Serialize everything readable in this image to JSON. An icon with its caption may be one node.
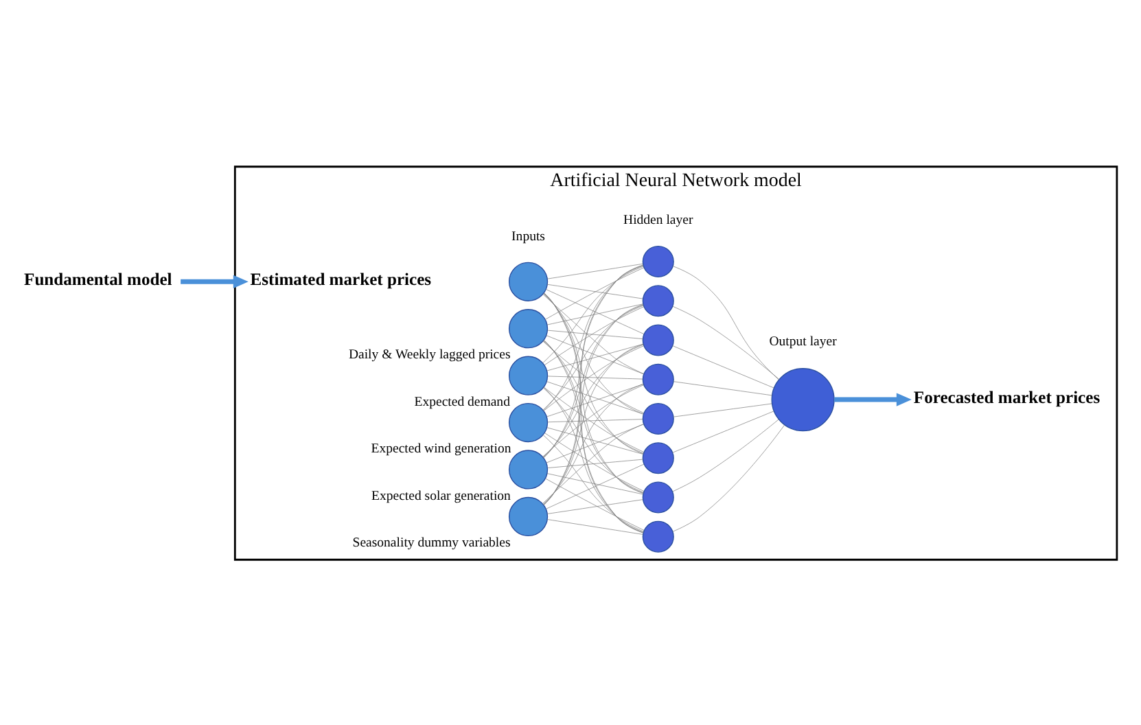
{
  "diagram": {
    "nodes": [
      {
        "text": [
          "Artificial Neural Network model"
        ]
      },
      {
        "text": [
          "Fundamental model"
        ]
      },
      {
        "text": [
          "Estimated market prices"
        ],
        "in": 0
      },
      {
        "text": [],
        "shape": "circle",
        "in": 0
      },
      {
        "text": [],
        "shape": "circle",
        "in": 0,
        "beside": [
          "Daily & Weekly lagged prices"
        ]
      },
      {
        "text": [],
        "shape": "circle",
        "in": 0,
        "beside": [
          "Expected demand"
        ]
      },
      {
        "text": [],
        "shape": "circle",
        "in": 0,
        "beside": [
          "Expected wind generation"
        ]
      },
      {
        "text": [],
        "shape": "circle",
        "in": 0,
        "beside": [
          "Expected solar generation"
        ]
      },
      {
        "text": [],
        "shape": "circle",
        "in": 0,
        "beside": [
          "Seasonality dummy variables"
        ]
      },
      {
        "text": [],
        "shape": "circle",
        "in": 0
      },
      {
        "text": [],
        "shape": "circle",
        "in": 0
      },
      {
        "text": [],
        "shape": "circle",
        "in": 0
      },
      {
        "text": [],
        "shape": "circle",
        "in": 0
      },
      {
        "text": [],
        "shape": "circle",
        "in": 0
      },
      {
        "text": [],
        "shape": "circle",
        "in": 0
      },
      {
        "text": [],
        "shape": "circle",
        "in": 0
      },
      {
        "text": [],
        "shape": "circle",
        "in": 0
      },
      {
        "text": [],
        "shape": "circle",
        "in": 0
      },
      {
        "text": [
          "Forecasted market prices"
        ],
        "in": 0
      }
    ],
    "edges": [
      {
        "from": 1,
        "to": 2,
        "arrow": "to",
        "style": "thick",
        "color": "#4a90d9"
      },
      {
        "from": 3,
        "to": 9,
        "arrow": "none"
      },
      {
        "from": 3,
        "to": 10,
        "arrow": "none"
      },
      {
        "from": 3,
        "to": 11,
        "arrow": "none"
      },
      {
        "from": 3,
        "to": 12,
        "arrow": "none"
      },
      {
        "from": 3,
        "to": 13,
        "arrow": "none"
      },
      {
        "from": 3,
        "to": 14,
        "arrow": "none"
      },
      {
        "from": 3,
        "to": 15,
        "arrow": "none"
      },
      {
        "from": 3,
        "to": 16,
        "arrow": "none"
      },
      {
        "from": 4,
        "to": 9,
        "arrow": "none"
      },
      {
        "from": 4,
        "to": 10,
        "arrow": "none"
      },
      {
        "from": 4,
        "to": 11,
        "arrow": "none"
      },
      {
        "from": 4,
        "to": 12,
        "arrow": "none"
      },
      {
        "from": 4,
        "to": 13,
        "arrow": "none"
      },
      {
        "from": 4,
        "to": 14,
        "arrow": "none"
      },
      {
        "from": 4,
        "to": 15,
        "arrow": "none"
      },
      {
        "from": 4,
        "to": 16,
        "arrow": "none"
      },
      {
        "from": 5,
        "to": 9,
        "arrow": "none"
      },
      {
        "from": 5,
        "to": 10,
        "arrow": "none"
      },
      {
        "from": 5,
        "to": 11,
        "arrow": "none"
      },
      {
        "from": 5,
        "to": 12,
        "arrow": "none"
      },
      {
        "from": 5,
        "to": 13,
        "arrow": "none"
      },
      {
        "from": 5,
        "to": 14,
        "arrow": "none"
      },
      {
        "from": 5,
        "to": 15,
        "arrow": "none"
      },
      {
        "from": 5,
        "to": 16,
        "arrow": "none"
      },
      {
        "from": 6,
        "to": 9,
        "arrow": "none"
      },
      {
        "from": 6,
        "to": 10,
        "arrow": "none"
      },
      {
        "from": 6,
        "to": 11,
        "arrow": "none"
      },
      {
        "from": 6,
        "to": 12,
        "arrow": "none"
      },
      {
        "from": 6,
        "to": 13,
        "arrow": "none"
      },
      {
        "from": 6,
        "to": 14,
        "arrow": "none"
      },
      {
        "from": 6,
        "to": 15,
        "arrow": "none"
      },
      {
        "from": 6,
        "to": 16,
        "arrow": "none"
      },
      {
        "from": 7,
        "to": 9,
        "arrow": "none"
      },
      {
        "from": 7,
        "to": 10,
        "arrow": "none"
      },
      {
        "from": 7,
        "to": 11,
        "arrow": "none"
      },
      {
        "from": 7,
        "to": 12,
        "arrow": "none"
      },
      {
        "from": 7,
        "to": 13,
        "arrow": "none"
      },
      {
        "from": 7,
        "to": 14,
        "arrow": "none"
      },
      {
        "from": 7,
        "to": 15,
        "arrow": "none"
      },
      {
        "from": 7,
        "to": 16,
        "arrow": "none"
      },
      {
        "from": 8,
        "to": 9,
        "arrow": "none"
      },
      {
        "from": 8,
        "to": 10,
        "arrow": "none"
      },
      {
        "from": 8,
        "to": 11,
        "arrow": "none"
      },
      {
        "from": 8,
        "to": 12,
        "arrow": "none"
      },
      {
        "from": 8,
        "to": 13,
        "arrow": "none"
      },
      {
        "from": 8,
        "to": 14,
        "arrow": "none"
      },
      {
        "from": 8,
        "to": 15,
        "arrow": "none"
      },
      {
        "from": 8,
        "to": 16,
        "arrow": "none"
      },
      {
        "from": 9,
        "to": 17,
        "arrow": "none"
      },
      {
        "from": 10,
        "to": 17,
        "arrow": "none"
      },
      {
        "from": 11,
        "to": 17,
        "arrow": "none"
      },
      {
        "from": 12,
        "to": 17,
        "arrow": "none"
      },
      {
        "from": 13,
        "to": 17,
        "arrow": "none"
      },
      {
        "from": 14,
        "to": 17,
        "arrow": "none"
      },
      {
        "from": 15,
        "to": 17,
        "arrow": "none"
      },
      {
        "from": 16,
        "to": 17,
        "arrow": "none"
      },
      {
        "from": 17,
        "to": 18,
        "arrow": "to",
        "style": "thick",
        "color": "#4a90d9"
      }
    ],
    "labels": [
      "Inputs",
      "Hidden layer",
      "Output layer"
    ]
  }
}
